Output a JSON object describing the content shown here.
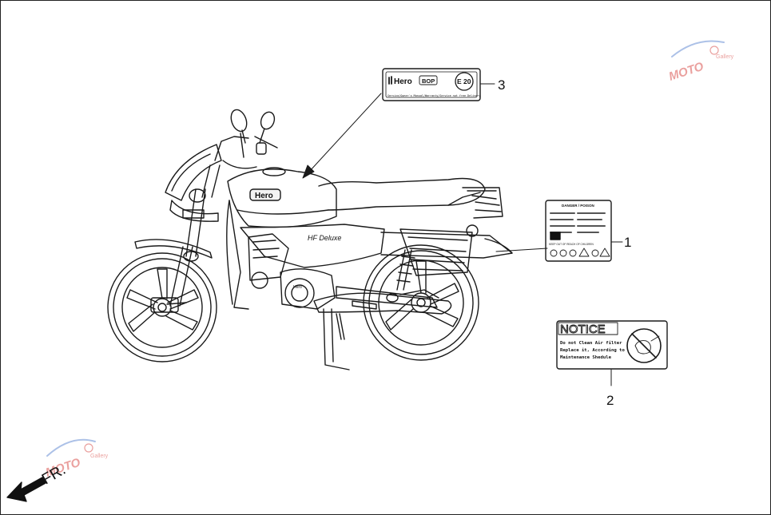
{
  "diagram": {
    "callouts": [
      "1",
      "2",
      "3"
    ],
    "direction_label": "FR.",
    "bike_tank_logo": "Hero",
    "bike_side_script": "HF Deluxe",
    "engine_cover_text": "Hero"
  },
  "label_1": {
    "title": "DANGER / POISON",
    "small_text": "KEEP OUT OF REACH OF CHILDREN"
  },
  "label_2": {
    "title": "NOTICE",
    "line1": "Do not Clean Air filter",
    "line2": "Replace it, According to",
    "line3": "Maintenance Shedule"
  },
  "label_3": {
    "brand": "Hero",
    "badge": "BOP",
    "fuel_badge": "E 20",
    "footer": "Service/Owner's Manual/Warranty/Service not free Delivery"
  },
  "watermark": {
    "brand": "MOTO",
    "sub": "Gallery"
  },
  "colors": {
    "line": "#1a1a1a",
    "background": "#ffffff",
    "watermark_red": "#d9534f",
    "watermark_blue": "#6a8fd4"
  }
}
